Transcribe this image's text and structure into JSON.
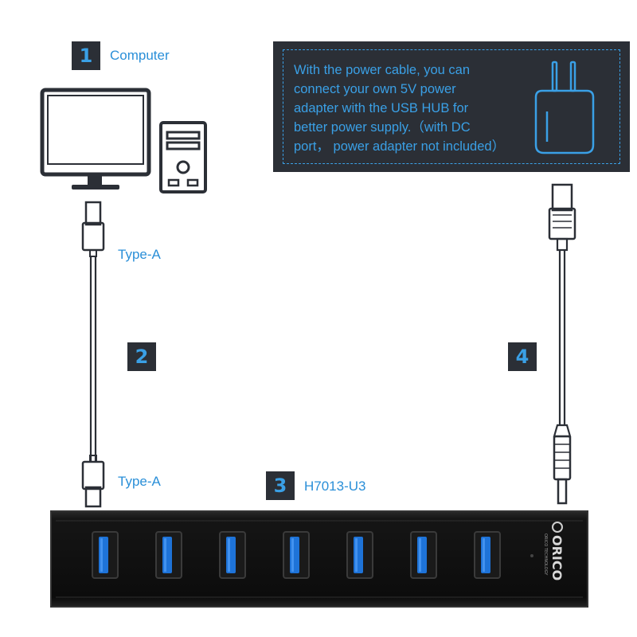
{
  "steps": [
    {
      "number": "1",
      "label": "Computer"
    },
    {
      "number": "2"
    },
    {
      "number": "3",
      "label": "H7013-U3"
    },
    {
      "number": "4"
    }
  ],
  "cable_ends": {
    "top": "Type-A",
    "bottom": "Type-A"
  },
  "info_box": {
    "lines": [
      "With the power cable, you can",
      "connect your own 5V power",
      "adapter with the USB HUB for",
      "better power supply.（with DC",
      "port， power adapter not included）"
    ]
  },
  "hub": {
    "port_count": 7,
    "brand": "ORICO",
    "brand_tagline": "ORICO TECHNOLOGY"
  },
  "colors": {
    "accent": "#2a8fd8",
    "badge_bg": "#2b2f36",
    "hub_body": "#111111",
    "usb_port": "#1e73d8"
  },
  "icons": {
    "computer": "monitor-icon",
    "tower": "pc-tower-icon",
    "power": "power-plug-icon"
  }
}
